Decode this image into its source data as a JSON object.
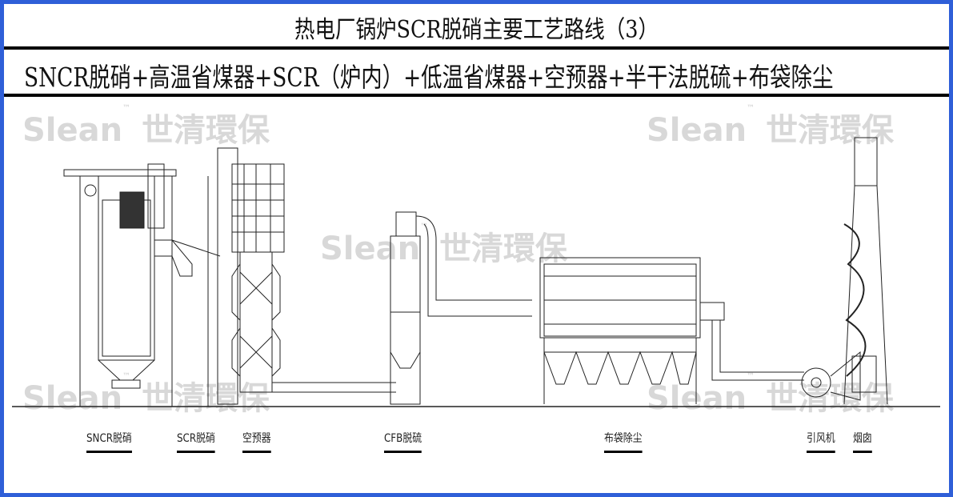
{
  "header": {
    "title": "热电厂锅炉SCR脱硝主要工艺路线（3）",
    "subtitle": "SNCR脱硝+高温省煤器+SCR（炉内）+低温省煤器+空预器+半干法脱硫+布袋除尘"
  },
  "watermark": {
    "brand": "Slean",
    "tm": "™",
    "chinese": "世清環保"
  },
  "labels": {
    "sncr": "SNCR脱硝",
    "scr": "SCR脱硝",
    "air_preheater": "空预器",
    "cfb": "CFB脱硫",
    "baghouse": "布袋除尘",
    "id_fan": "引风机",
    "chimney": "烟囱"
  },
  "colors": {
    "frame": "#2f5fd8",
    "watermark": "#d8d8d8"
  }
}
